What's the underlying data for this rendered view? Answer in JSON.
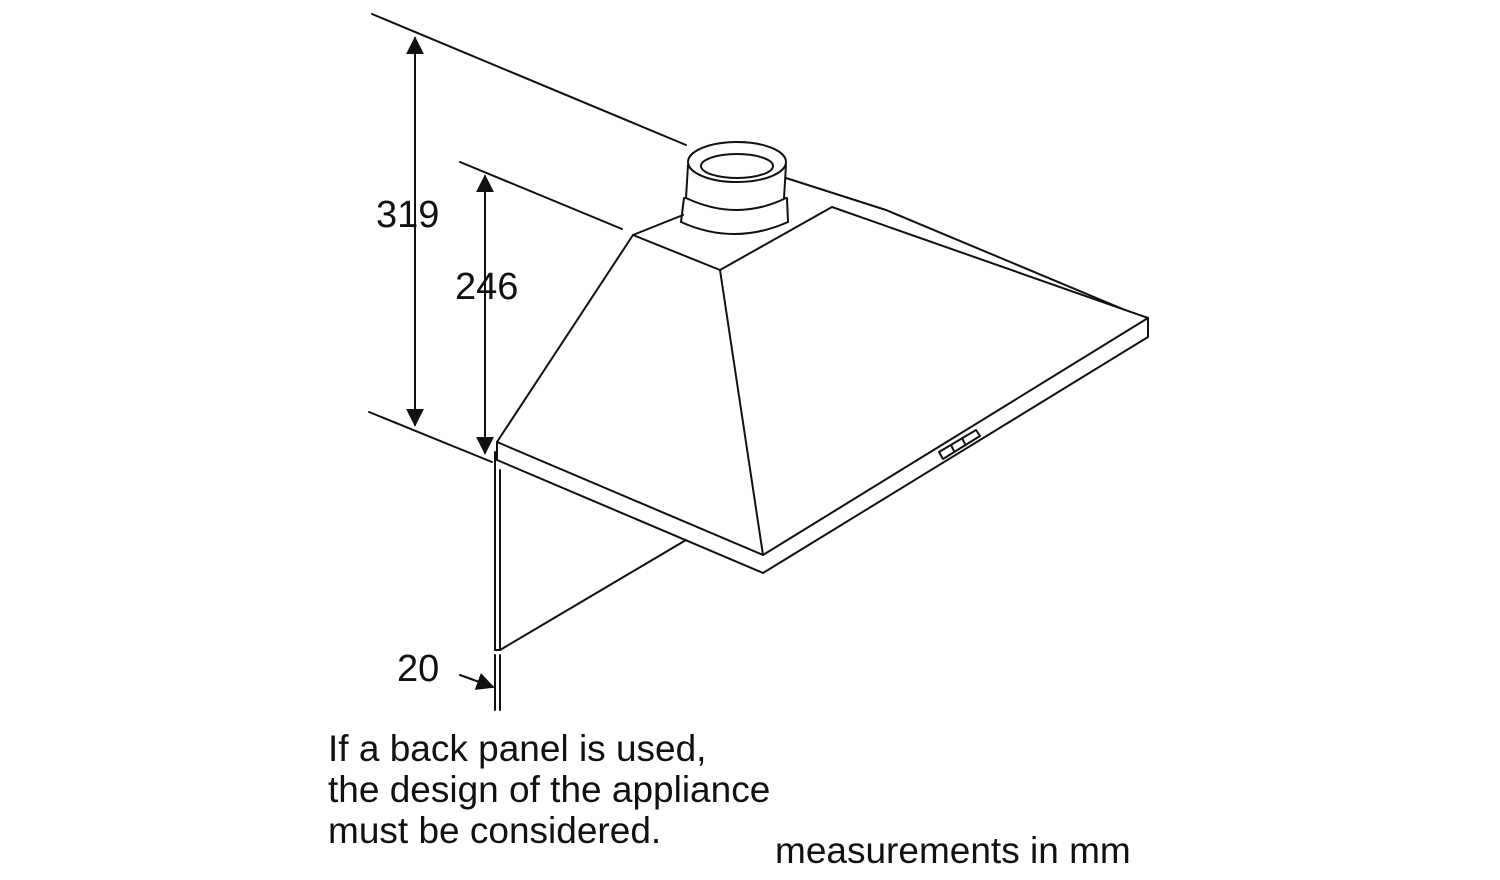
{
  "dimensions": {
    "overall_height": "319",
    "hood_height": "246",
    "back_panel_gap": "20"
  },
  "note": {
    "line1": "If a back panel is used,",
    "line2": "the design of the appliance",
    "line3": "must be considered."
  },
  "units_label": "measurements in mm",
  "colors": {
    "line": "#111111",
    "background": "#ffffff"
  }
}
